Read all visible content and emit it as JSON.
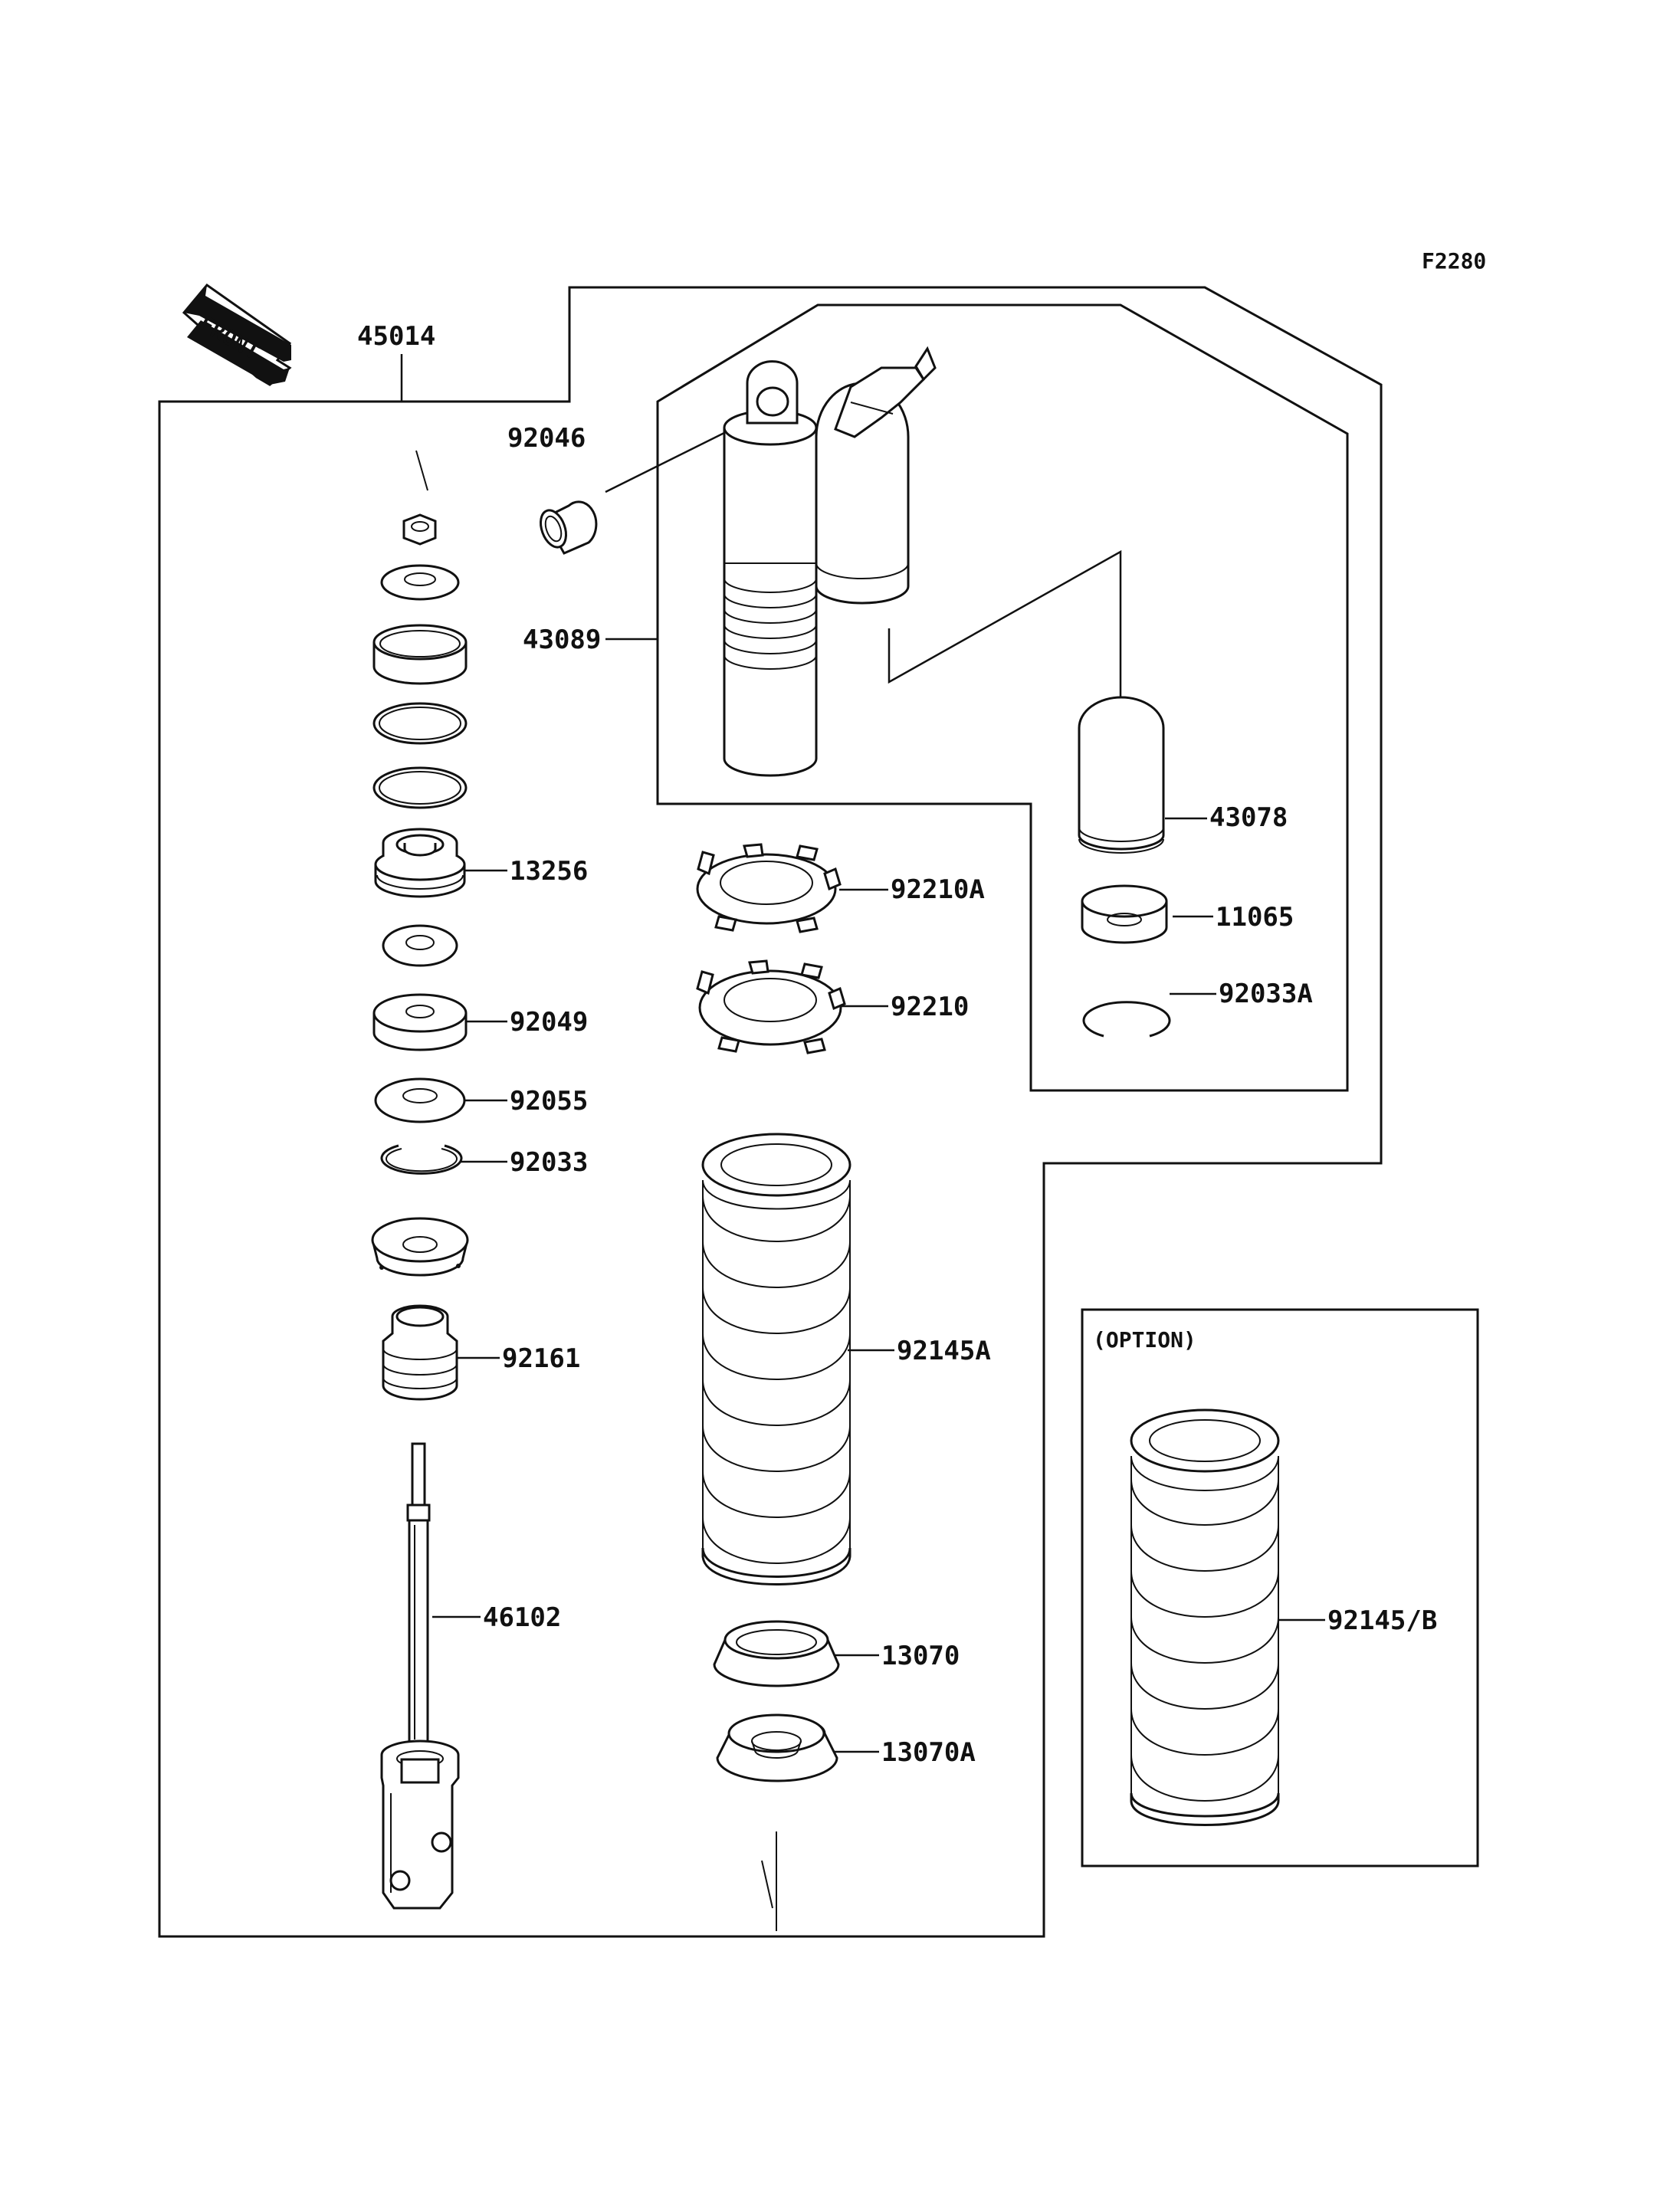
{
  "figure_code": "F2280",
  "front_label": "FRONT",
  "option_label": "(OPTION)",
  "parts": {
    "p45014": "45014",
    "p92046": "92046",
    "p43089": "43089",
    "p43078": "43078",
    "p11065": "11065",
    "p92033A": "92033A",
    "p13256": "13256",
    "p92210A": "92210A",
    "p92210": "92210",
    "p92049": "92049",
    "p92055": "92055",
    "p92033": "92033",
    "p92161": "92161",
    "p92145A": "92145A",
    "p46102": "46102",
    "p13070": "13070",
    "p13070A": "13070A",
    "p92145B": "92145/B"
  }
}
